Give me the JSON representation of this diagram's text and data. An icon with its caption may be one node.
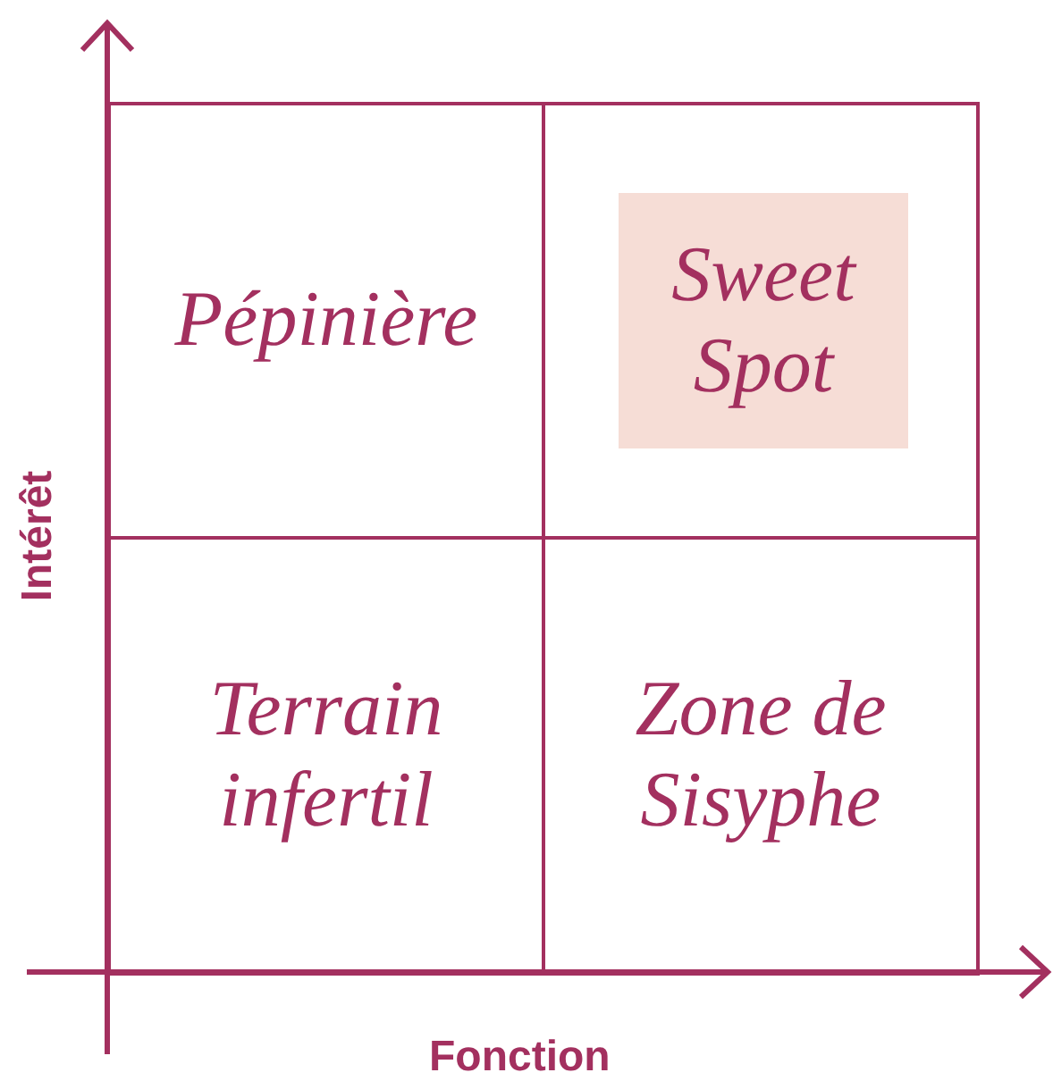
{
  "diagram": {
    "nodes": [
      {
        "text": [
          "Pépinière"
        ]
      },
      {
        "text": [],
        "shape": "box"
      },
      {
        "text": [
          "Sweet Spot"
        ],
        "in": 1
      },
      {
        "text": [
          "Terrain infertil"
        ]
      },
      {
        "text": [
          "Zone de Sisyphe"
        ]
      }
    ],
    "labels": [
      "Intérêt",
      "Fonction"
    ]
  }
}
